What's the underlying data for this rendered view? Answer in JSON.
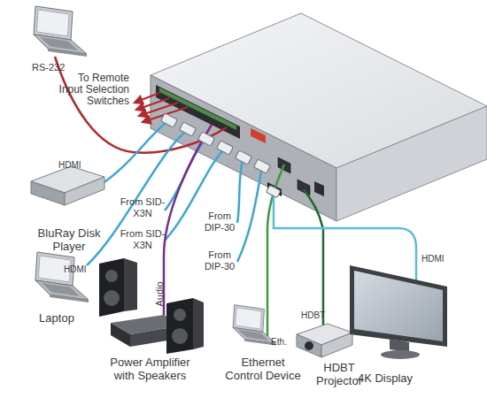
{
  "diagram": {
    "nodes": [
      {
        "text": [
          "BluRay Disk Player"
        ]
      },
      {
        "text": [
          "Laptop"
        ]
      },
      {
        "text": [
          "Power Amplifier with Speakers"
        ]
      },
      {
        "text": [
          "Ethernet Control Device"
        ]
      },
      {
        "text": [
          "HDBT Projector"
        ]
      },
      {
        "text": [
          "4K Display"
        ]
      }
    ],
    "labels": [
      "RS-232",
      "To Remote Input Selection Switches",
      "HDMI",
      "From SID-X3N",
      "From SID-X3N",
      "HDMI",
      "From DIP-30",
      "From DIP-30",
      "Audio",
      "Eth.",
      "HDBT",
      "HDMI"
    ]
  }
}
